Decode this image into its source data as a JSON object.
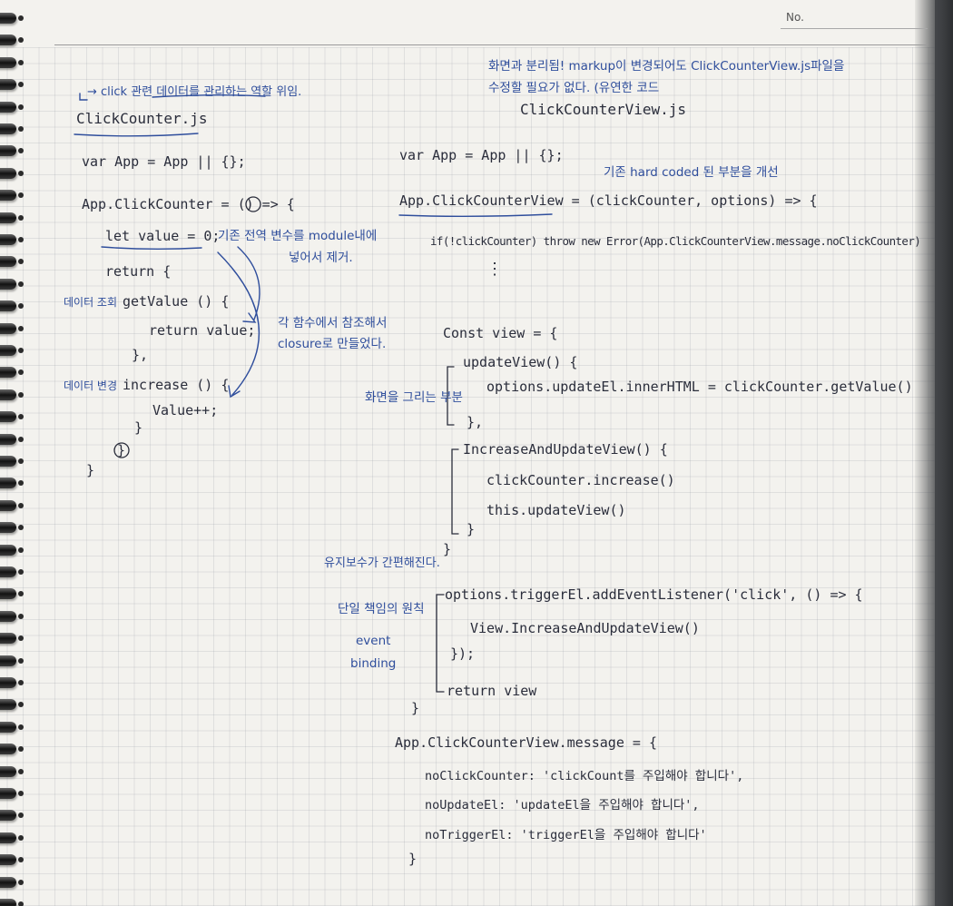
{
  "header": {
    "no_label": "No."
  },
  "left_code": {
    "note": "→ click 관련 데이터를 관리하는 역할 위임.",
    "title": "ClickCounter.js",
    "app_line": "var App = App || {};",
    "counter_line": "App.ClickCounter = () => {",
    "let_line": "let value = 0;",
    "return_line": "return {",
    "getvalue_line": "getValue () {",
    "return_value_line": "return value;",
    "close_getvalue": "},",
    "increase_line": "increase () {",
    "value_inc_line": "Value++;",
    "close_increase": "}",
    "close_obj": "}",
    "close_fn": "}"
  },
  "left_notes": {
    "global_var_1": "기존 전역 변수를 module내에",
    "global_var_2": "넣어서 제거.",
    "data_read": "데이터 조회",
    "data_change": "데이터 변경",
    "closure_1": "각 함수에서 참조해서",
    "closure_2": "closure로 만들었다."
  },
  "right_code": {
    "top_note_1": "화면과 분리됨! markup이 변경되어도 ClickCounterView.js파일을",
    "top_note_2": "수정할 필요가 없다. (유연한 코드",
    "title": "ClickCounterView.js",
    "app_line": "var App = App || {};",
    "hardcoded_note": "기존 hard coded 된 부분을 개선",
    "view_line": "App.ClickCounterView = (clickCounter, options) => {",
    "if_line": "if(!clickCounter) throw new Error(App.ClickCounterView.message.noClickCounter)",
    "ellipsis": "⋮",
    "const_line": "Const view = {",
    "update_view_line": "updateView() {",
    "inner_html_line": "options.updateEl.innerHTML = clickCounter.getValue()",
    "close_update": "},",
    "draw_note": "화면을 그리는 부분",
    "increase_update_line": "IncreaseAndUpdateView() {",
    "counter_increase_line": "clickCounter.increase()",
    "this_update_line": "this.updateView()",
    "close_increase": "}",
    "close_view": "}",
    "maintenance_note": "유지보수가 간편해진다.",
    "srp_note": "단일 책임의 원칙",
    "event_note": "event",
    "binding_note": "binding",
    "trigger_line": "options.triggerEl.addEventListener('click', () => {",
    "view_increase_line": "View.IncreaseAndUpdateView()",
    "close_listener": "});",
    "return_view_line": "return view",
    "close_fn": "}",
    "message_line": "App.ClickCounterView.message = {",
    "msg_no_counter": "noClickCounter: 'clickCount를 주입해야 합니다',",
    "msg_no_update": "noUpdateEl: 'updateEl을 주입해야 합니다',",
    "msg_no_trigger": "noTriggerEl: 'triggerEl을 주입해야 합니다'",
    "close_message": "}"
  },
  "colors": {
    "ink": "#2a2d3b",
    "blue_pen": "#2f4e9c",
    "paper": "#f3f2ee",
    "grid": "#c9ccd2"
  }
}
